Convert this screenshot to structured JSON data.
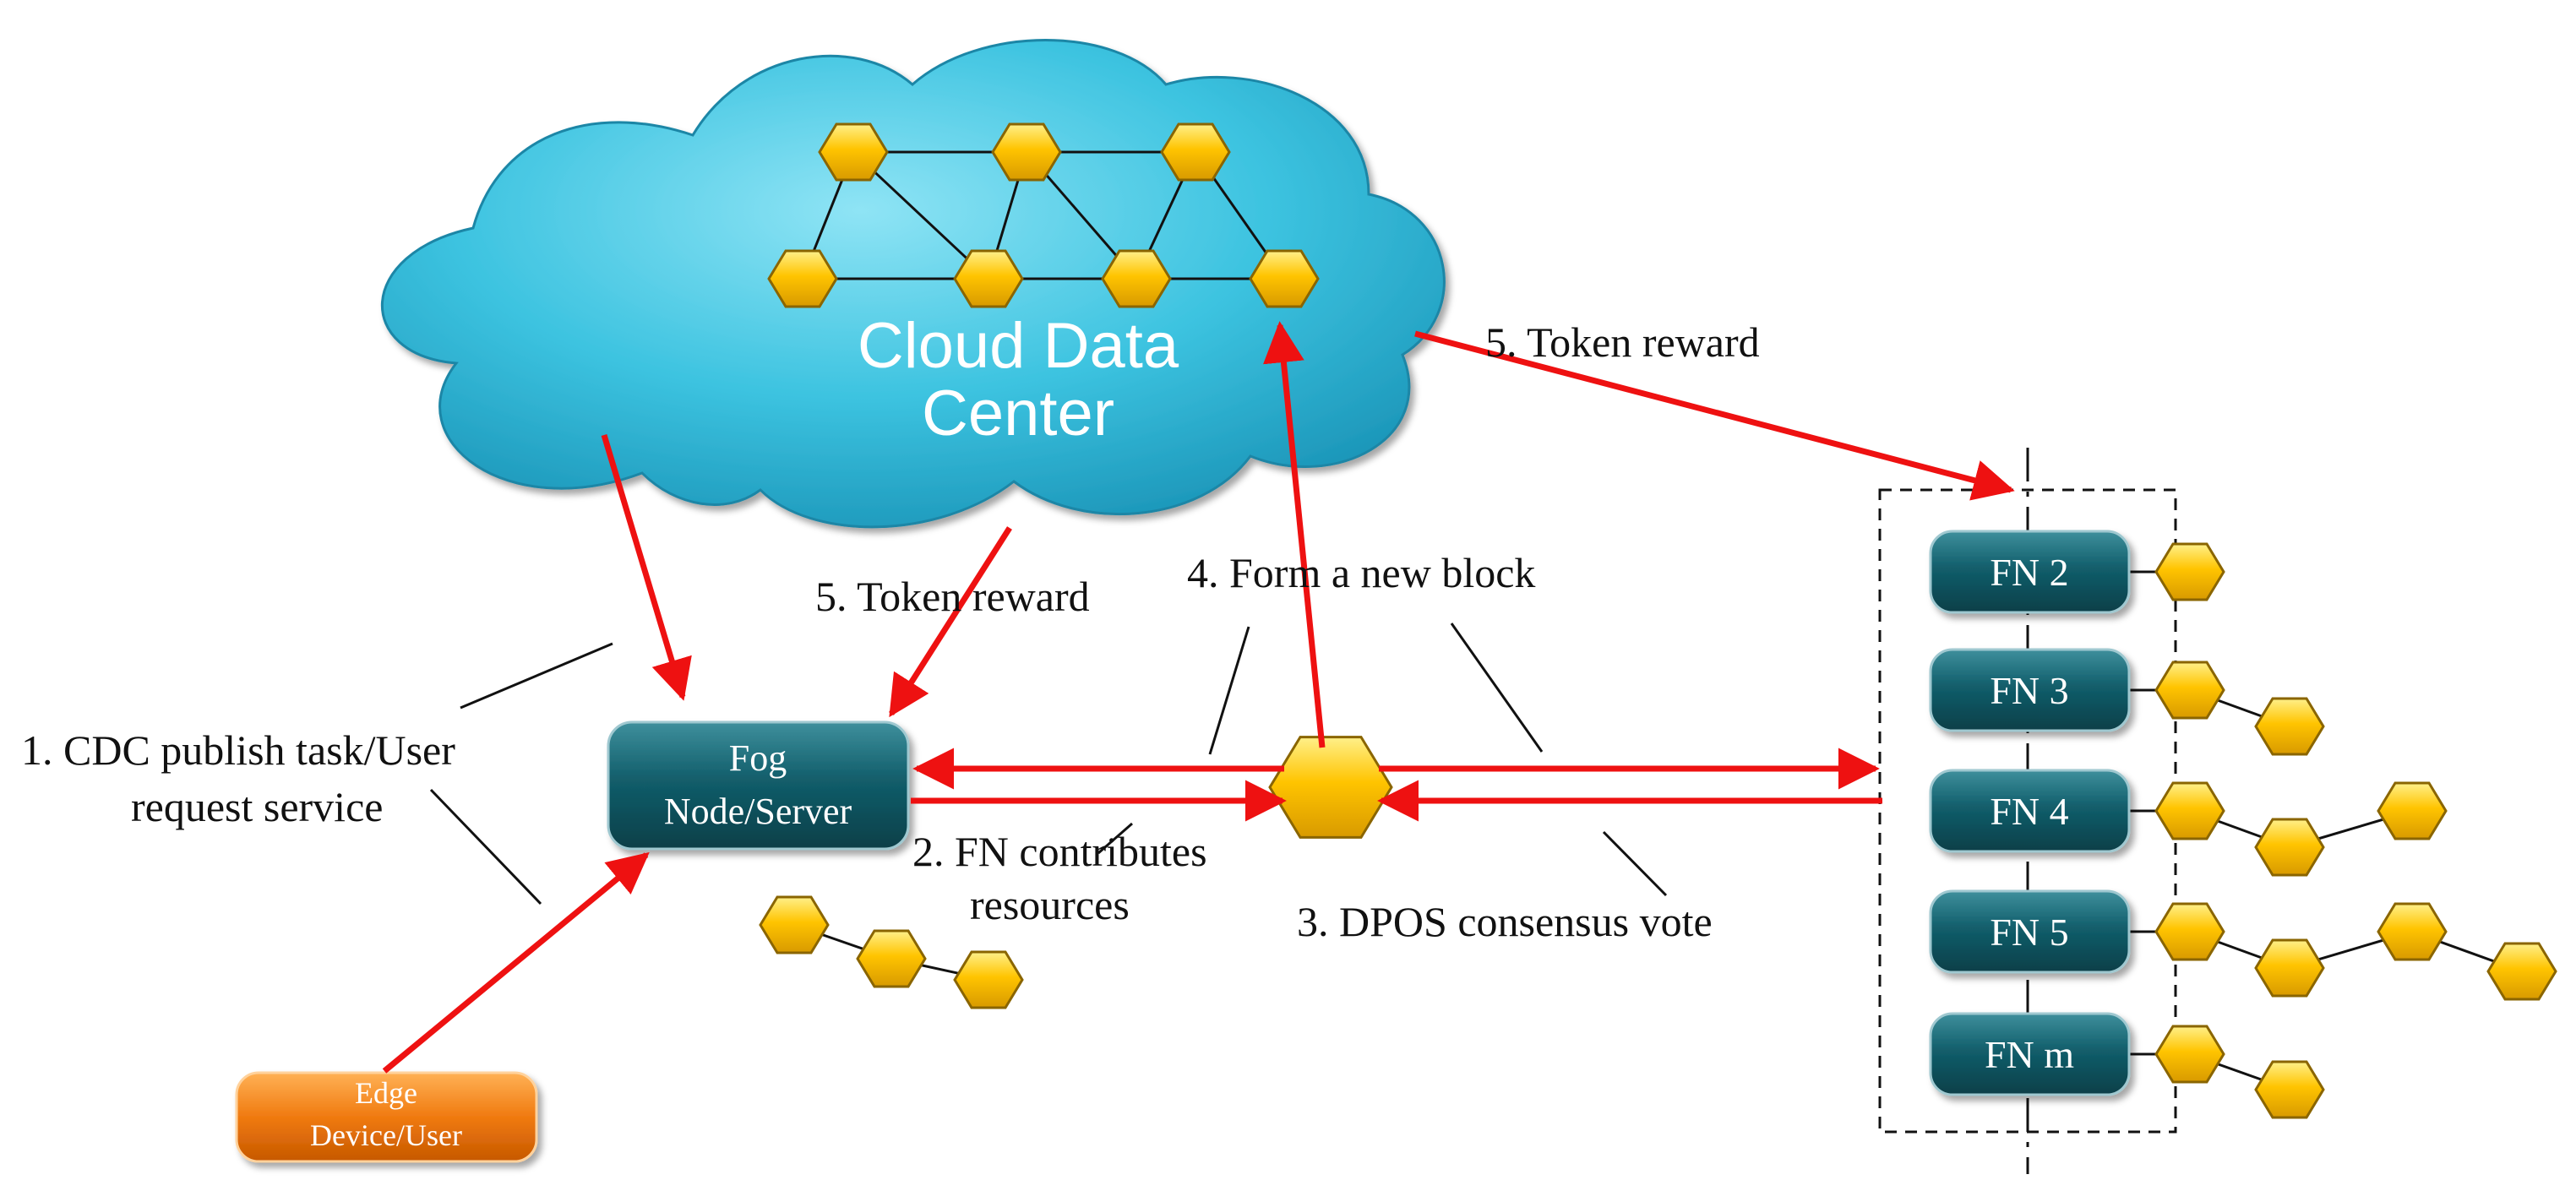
{
  "cloud": {
    "line1": "Cloud Data",
    "line2": "Center"
  },
  "fog_node": {
    "line1": "Fog",
    "line2": "Node/Server"
  },
  "edge_device": {
    "line1": "Edge",
    "line2": "Device/User"
  },
  "fn_nodes": [
    "FN 2",
    "FN 3",
    "FN 4",
    "FN 5",
    "FN m"
  ],
  "steps": {
    "publish_line1": "1. CDC publish task/User",
    "publish_line2": "request service",
    "contribute_line1": "2. FN contributes",
    "contribute_line2": "resources",
    "consensus": "3. DPOS consensus vote",
    "form_block": "4. Form a new block",
    "token_reward_cloud_fn": "5. Token reward",
    "token_reward_cloud_fog": "5. Token reward"
  },
  "colors": {
    "cloud": "#33bbd9",
    "node": "#125e6b",
    "edge": "#f07a10",
    "hexagon": "#ffc400",
    "arrow": "#ee1111"
  }
}
